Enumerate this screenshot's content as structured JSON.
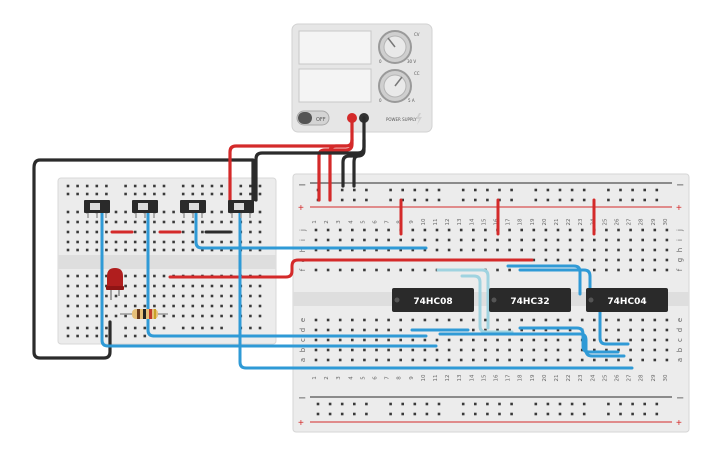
{
  "power_supply": {
    "off_label": "OFF",
    "brand_text": "POWER SUPPLY",
    "dial_a_marks": [
      "0",
      "30 V"
    ],
    "dial_b_marks": [
      "0",
      "5 A"
    ],
    "cv_label": "CV",
    "cc_label": "CC"
  },
  "chips": [
    {
      "label": "74HC08"
    },
    {
      "label": "74HC32"
    },
    {
      "label": "74HC04"
    }
  ],
  "breadboard": {
    "minus_label": "−",
    "plus_label": "+",
    "column_numbers": [
      "1",
      "2",
      "3",
      "4",
      "5",
      "6",
      "7",
      "8",
      "9",
      "10",
      "11",
      "12",
      "13",
      "14",
      "15",
      "16",
      "17",
      "18",
      "19",
      "20",
      "21",
      "22",
      "23",
      "24",
      "25",
      "26",
      "27",
      "28",
      "29",
      "30"
    ],
    "row_letters_top": [
      "j",
      "i",
      "h",
      "g",
      "f"
    ],
    "row_letters_bottom": [
      "e",
      "d",
      "c",
      "b",
      "a"
    ]
  },
  "colors": {
    "wire_red": "#d42a2a",
    "wire_black": "#2b2b2b",
    "wire_blue": "#2f9ad6",
    "wire_lightblue": "#9fd3e0",
    "board": "#ececec",
    "chip": "#2a2a2a",
    "led": "#b01e1e"
  }
}
